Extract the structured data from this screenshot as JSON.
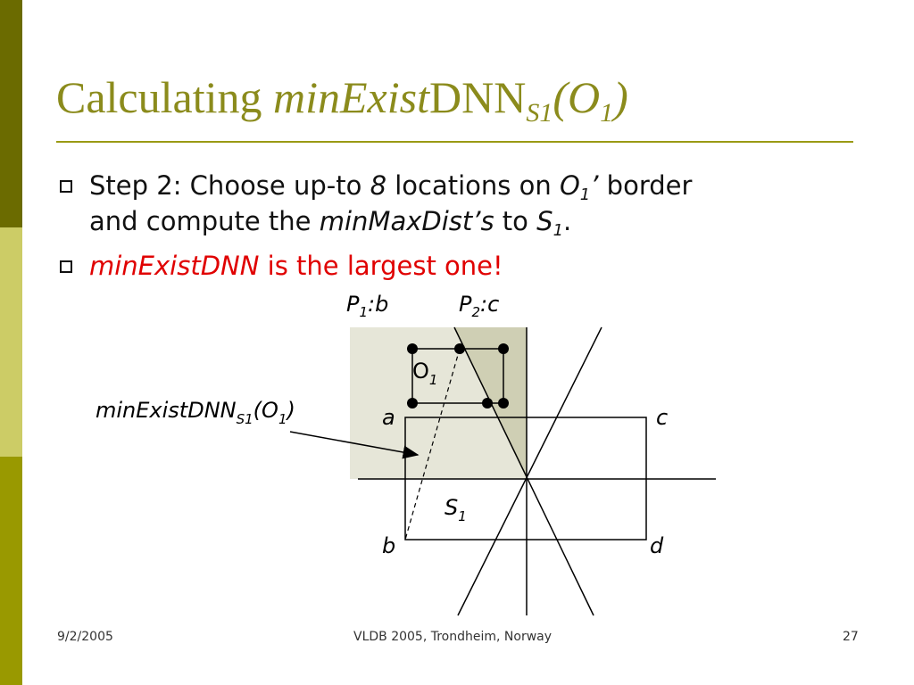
{
  "slide": {
    "title": {
      "plain": "Calculating ",
      "italic": "minExist",
      "dnn": "DNN",
      "sub": "S1",
      "paren": "(O",
      "paren_sub": "1",
      "close": ")"
    },
    "bullets": [
      {
        "line1": {
          "t1": "Step 2: Choose up-to ",
          "num": "8",
          "t2": " locations on ",
          "o": "O",
          "o_sub": "1",
          "prime": "’",
          "t3": " border"
        },
        "line2": {
          "t1": "and compute the ",
          "mmd": "minMaxDist’s",
          "t2": " to ",
          "s": "S",
          "s_sub": "1",
          "end": "."
        }
      },
      {
        "italic": "minExistDNN",
        "rest": " is the largest one!"
      }
    ]
  },
  "diagram": {
    "p1_label": {
      "p": "P",
      "sub": "1",
      "rest": ":b"
    },
    "p2_label": {
      "p": "P",
      "sub": "2",
      "rest": ":c"
    },
    "o1_label": {
      "o": "O",
      "sub": "1"
    },
    "s1_label": {
      "s": "S",
      "sub": "1"
    },
    "corner_a": "a",
    "corner_b": "b",
    "corner_c": "c",
    "corner_d": "d",
    "callout": {
      "main": "minExistDNN",
      "sub": "S1",
      "paren": "(O",
      "paren_sub": "1",
      "close": ")"
    }
  },
  "footer": {
    "date": "9/2/2005",
    "venue": "VLDB 2005, Trondheim, Norway",
    "page": "27"
  },
  "colors": {
    "sidebar_dark": "#6b6b00",
    "sidebar_light": "#cccc66",
    "sidebar_mid": "#999900",
    "title": "#8b8b1c",
    "region_light": "#e6e6d8",
    "region_dark": "#cfcfb4",
    "highlight_red": "#e00000"
  }
}
